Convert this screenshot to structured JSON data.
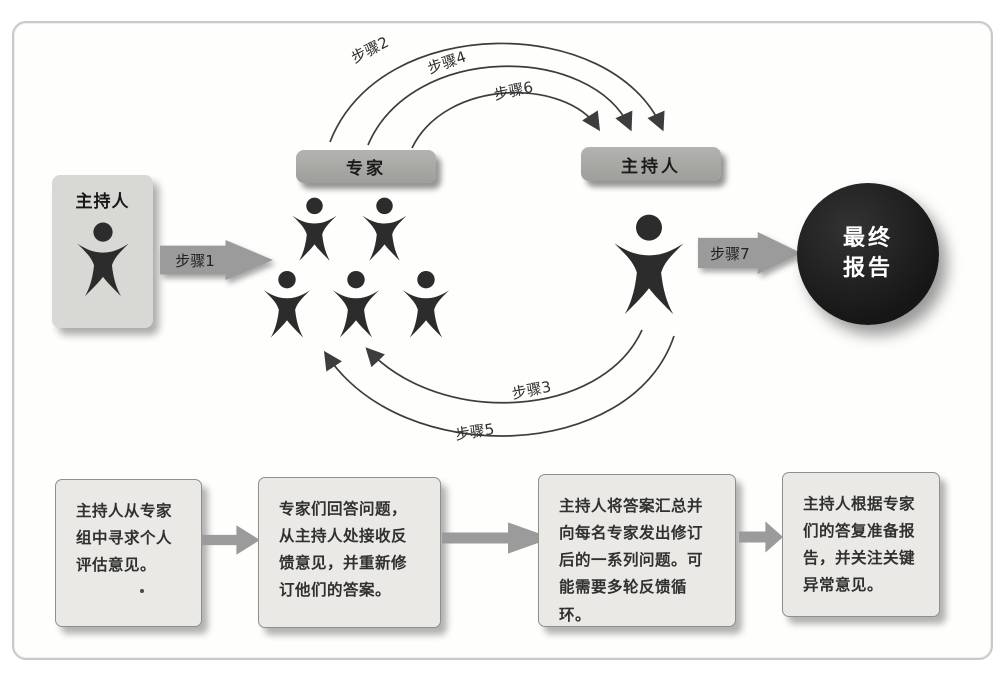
{
  "labels": {
    "moderator_card": "主持人",
    "experts_pill": "专家",
    "moderator_pill": "主持人",
    "final_report_line1": "最终",
    "final_report_line2": "报告"
  },
  "steps": [
    {
      "label": "步骤1"
    },
    {
      "label": "步骤2"
    },
    {
      "label": "步骤3"
    },
    {
      "label": "步骤4"
    },
    {
      "label": "步骤5"
    },
    {
      "label": "步骤6"
    },
    {
      "label": "步骤7"
    }
  ],
  "flow_boxes": [
    {
      "text": "主持人从专家组中寻求个人评估意见。"
    },
    {
      "text": "专家们回答问题，从主持人处接收反馈意见，并重新修订他们的答案。"
    },
    {
      "text": "主持人将答案汇总并向每名专家发出修订后的一系列问题。可能需要多轮反馈循环。"
    },
    {
      "text": "主持人根据专家们的答复准备报告，并关注关键异常意见。"
    }
  ],
  "colors": {
    "pill_bg": "#a9a9a5",
    "card_bg": "#d8d8d5",
    "box_bg": "#eae9e5",
    "arrow_gray": "#9b9b9b",
    "figure_dark": "#2c2c2c",
    "arc_stroke": "#3d3d3d",
    "final_circle": "#1b1b1b"
  }
}
